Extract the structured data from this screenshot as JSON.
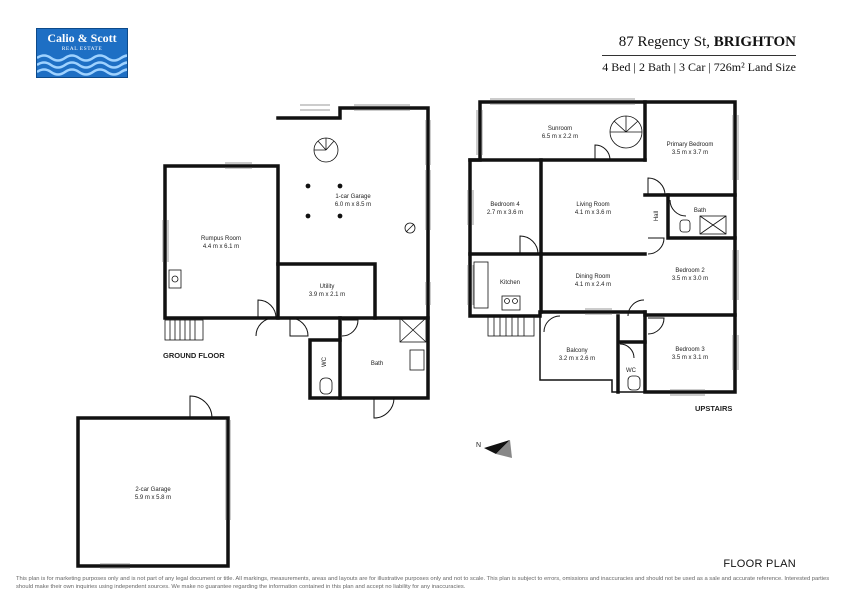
{
  "header": {
    "brand": "Calio & Scott",
    "brand_sub": "REAL ESTATE",
    "address_street": "87 Regency St,",
    "address_suburb": "BRIGHTON",
    "details": "4 Bed | 2 Bath | 3 Car | 726m² Land Size"
  },
  "ground_floor": {
    "label": "GROUND FLOOR",
    "rooms": {
      "rumpus": {
        "name": "Rumpus Room",
        "dims": "4.4 m x 6.1 m"
      },
      "garage1": {
        "name": "1-car Garage",
        "dims": "6.0 m x 8.5 m"
      },
      "utility": {
        "name": "Utility",
        "dims": "3.9 m x 2.1 m"
      },
      "bath": {
        "name": "Bath"
      },
      "wc": {
        "name": "WC"
      }
    }
  },
  "garage2": {
    "name": "2-car Garage",
    "dims": "5.9 m x 5.8 m"
  },
  "upstairs": {
    "label": "UPSTAIRS",
    "rooms": {
      "sunroom": {
        "name": "Sunroom",
        "dims": "6.5 m x 2.2 m"
      },
      "primary": {
        "name": "Primary Bedroom",
        "dims": "3.5 m x 3.7 m"
      },
      "bed4": {
        "name": "Bedroom 4",
        "dims": "2.7 m x 3.6 m"
      },
      "living": {
        "name": "Living Room",
        "dims": "4.1 m x 3.6 m"
      },
      "hall": {
        "name": "Hall"
      },
      "bath": {
        "name": "Bath"
      },
      "bed2": {
        "name": "Bedroom 2",
        "dims": "3.5 m x 3.0 m"
      },
      "kitchen": {
        "name": "Kitchen"
      },
      "dining": {
        "name": "Dining Room",
        "dims": "4.1 m x 2.4 m"
      },
      "balcony": {
        "name": "Balcony",
        "dims": "3.2 m x 2.6 m"
      },
      "wc": {
        "name": "WC"
      },
      "bed3": {
        "name": "Bedroom 3",
        "dims": "3.5 m x 3.1 m"
      }
    }
  },
  "footer": {
    "title": "FLOOR PLAN",
    "disclaimer": "This plan is for marketing purposes only and is not part of any legal document or title. All markings, measurements, areas and layouts are for illustrative purposes only and not to scale. This plan is subject to errors, omissions and inaccuracies and should not be used as a sale and accurate reference. Interested parties should make their own inquiries using independent sources. We make no guarantee regarding the information contained in this plan and accept no liability for any inaccuracies."
  }
}
